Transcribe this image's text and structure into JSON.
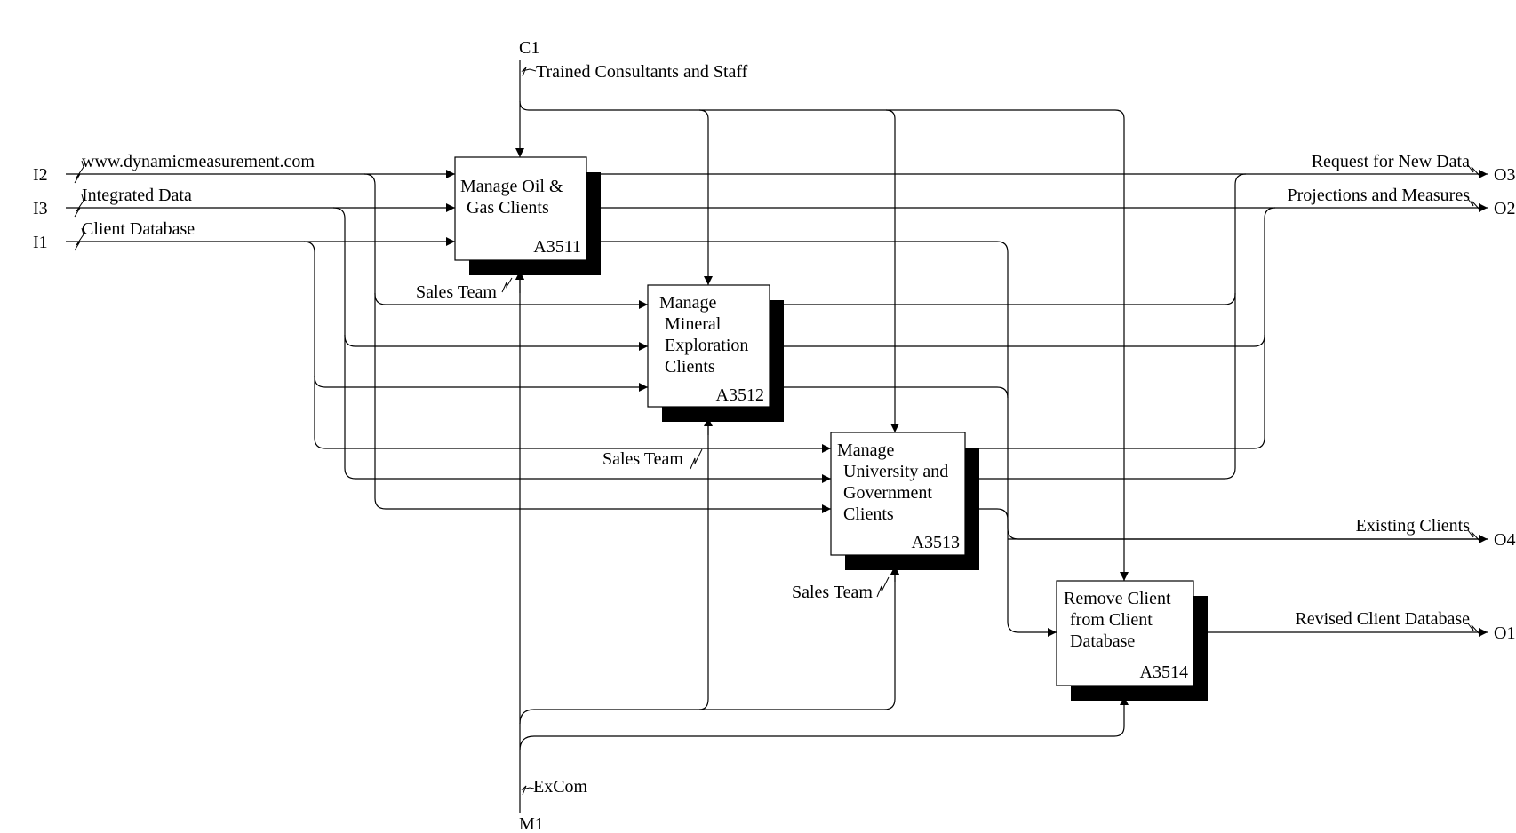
{
  "ports": {
    "c1": "C1",
    "m1": "M1",
    "i1": "I1",
    "i2": "I2",
    "i3": "I3",
    "o1": "O1",
    "o2": "O2",
    "o3": "O3",
    "o4": "O4"
  },
  "boundary_arrows": {
    "control": "Trained Consultants and Staff",
    "mechanism": "ExCom",
    "input_i2": "www.dynamicmeasurement.com",
    "input_i3": "Integrated Data",
    "input_i1": "Client Database",
    "output_o3": "Request for New Data",
    "output_o2": "Projections and Measures",
    "output_o4": "Existing Clients",
    "output_o1": "Revised Client Database"
  },
  "internal_labels": {
    "sales_team_1": "Sales Team",
    "sales_team_2": "Sales Team",
    "sales_team_3": "Sales Team"
  },
  "activities": [
    {
      "lines": [
        "Manage Oil &",
        "Gas Clients"
      ],
      "node": "A3511"
    },
    {
      "lines": [
        "Manage",
        "Mineral",
        "Exploration",
        "Clients"
      ],
      "node": "A3512"
    },
    {
      "lines": [
        "Manage",
        "University and",
        "Government",
        "Clients"
      ],
      "node": "A3513"
    },
    {
      "lines": [
        "Remove Client",
        "from Client",
        "Database"
      ],
      "node": "A3514"
    }
  ]
}
